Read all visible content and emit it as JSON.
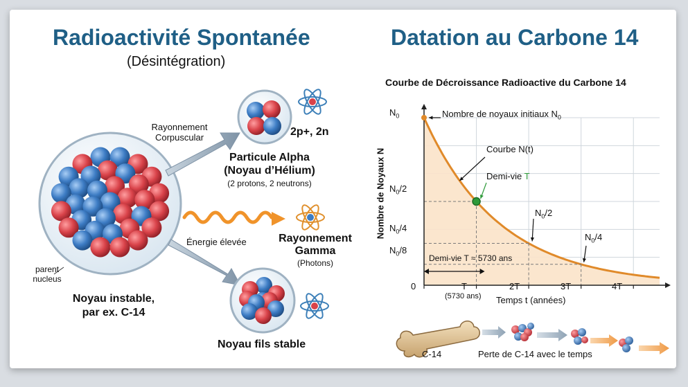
{
  "left": {
    "title": "Radioactivité Spontanée",
    "subtitle": "(Désintégration)",
    "corpuscular_label_1": "Rayonnement",
    "corpuscular_label_2": "Corpuscular",
    "alpha_counts": "2p+, 2n",
    "alpha_name_1": "Particule Alpha",
    "alpha_name_2": "(Noyau d’Hélium)",
    "alpha_detail": "(2 protons, 2 neutrons)",
    "energy_label": "Énergie élevée",
    "gamma_name_1": "Rayonnement",
    "gamma_name_2": "Gamma",
    "gamma_detail": "(Photons)",
    "parent_label_1": "parent",
    "parent_label_2": "nucleus",
    "unstable_1": "Noyau instable,",
    "unstable_2": "par ex. C-14",
    "stable_label": "Noyau fils stable"
  },
  "right": {
    "title": "Datation au Carbone 14",
    "chart_title": "Courbe de Décroissance Radioactive du Carbone 14",
    "ylabel": "Nombre de Noyaux N",
    "xlabel": "Temps t (années)",
    "y_ticks": {
      "n0": "N",
      "n0_sub": "0",
      "half": "N",
      "half_sub": "0",
      "half_rest": "/2",
      "quarter": "N",
      "quarter_sub": "0",
      "quarter_rest": "/4",
      "eighth": "N",
      "eighth_sub": "0",
      "eighth_rest": "/8"
    },
    "x_ticks": [
      "0",
      "T",
      "2T",
      "3T",
      "4T"
    ],
    "x_tick_note": "(5730 ans)",
    "ann_initial": "Nombre de noyaux initiaux N",
    "ann_initial_sub": "0",
    "ann_curve": "Courbe N(t)",
    "ann_halflife_1": "Demi-vie ",
    "ann_halflife_2": "T",
    "ann_n2_a": "N",
    "ann_n2_sub": "0",
    "ann_n2_b": "/2",
    "ann_n4_a": "N",
    "ann_n4_sub": "0",
    "ann_n4_b": "/4",
    "span_label": "Demi-vie T ≈ 5730 ans",
    "bone_label": "C-14",
    "loss_label": "Perte de C-14 avec le temps"
  },
  "chart_data": {
    "type": "line",
    "title": "Courbe de Décroissance Radioactive du Carbone 14",
    "xlabel": "Temps t (années)",
    "ylabel": "Nombre de Noyaux N",
    "x": [
      0,
      1,
      2,
      3,
      4,
      4.5
    ],
    "y": [
      1,
      0.5,
      0.25,
      0.125,
      0.0625,
      0.044
    ],
    "x_unit": "half-lives T (T = 5730 ans)",
    "y_unit": "fraction of N0",
    "xlim": [
      0,
      4.5
    ],
    "ylim": [
      0,
      1
    ],
    "grid": true,
    "fill": "area under curve",
    "colors": {
      "curve": "#e08a2a",
      "fill": "#fbe3c9",
      "point": "#2e9a3a",
      "initial_point": "#e08a2a"
    }
  },
  "colors": {
    "title": "#1f5f86",
    "proton": "#d9434a",
    "neutron": "#3d7cc4",
    "arrow": "#8fa3b5",
    "wave": "#f0932a"
  }
}
